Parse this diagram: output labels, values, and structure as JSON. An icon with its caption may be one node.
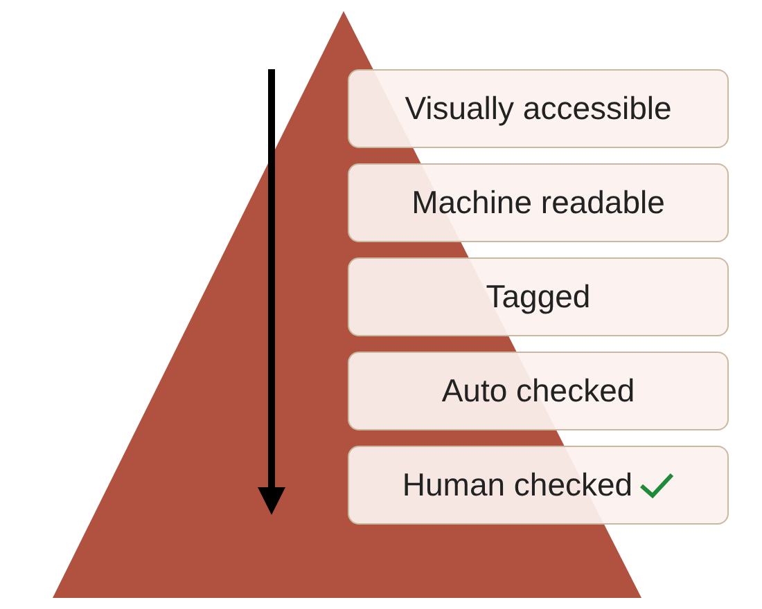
{
  "diagram": {
    "nodes": [
      {
        "text": [
          "Visually accessible"
        ]
      },
      {
        "text": [
          "Machine readable"
        ]
      },
      {
        "text": [
          "Tagged"
        ]
      },
      {
        "text": [
          "Auto checked"
        ]
      },
      {
        "text": [
          "Human checked"
        ]
      }
    ]
  }
}
